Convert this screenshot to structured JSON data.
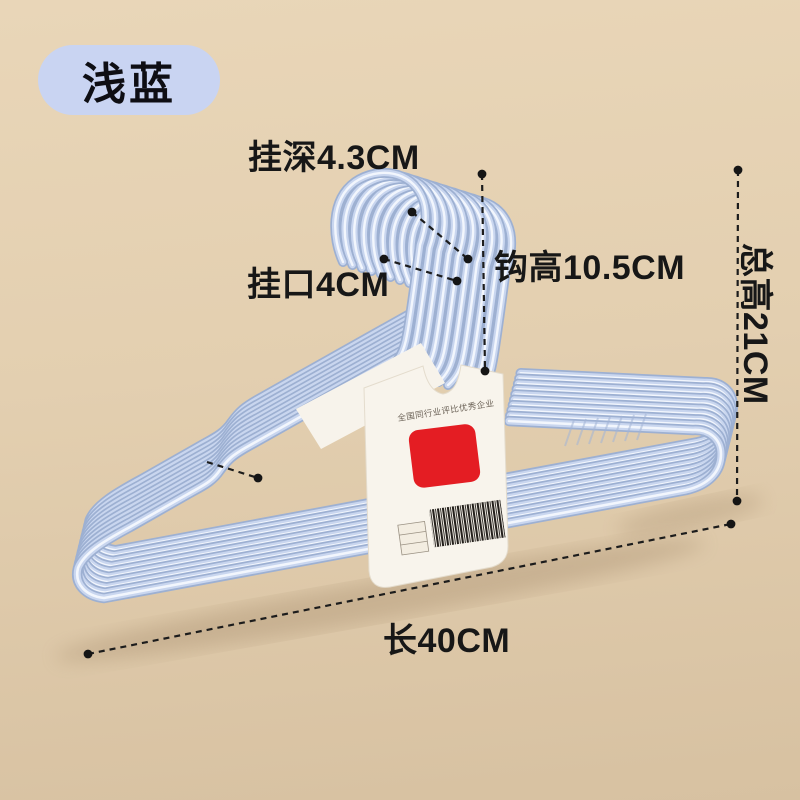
{
  "badge": {
    "label": "浅蓝"
  },
  "dimensions": {
    "hang_depth": "挂深4.3CM",
    "hook_opening": "挂口4CM",
    "hook_height": "钩高10.5CM",
    "total_height": "总高21CM",
    "length": "长40CM"
  },
  "card": {
    "top_text": "全国同行业评比优秀企业",
    "logo": "red-rounded-rectangle",
    "barcode": "barcode"
  },
  "colors": {
    "background": "#e3cfb0",
    "hanger": "#c9d6ef",
    "hanger_shadow": "#9db0d2",
    "hanger_highlight": "#f2f6fd",
    "badge_bg": "#c9d4f2",
    "card": "#f8f4ec",
    "logo_red": "#e41d23",
    "annotation": "#1c1c1c"
  }
}
